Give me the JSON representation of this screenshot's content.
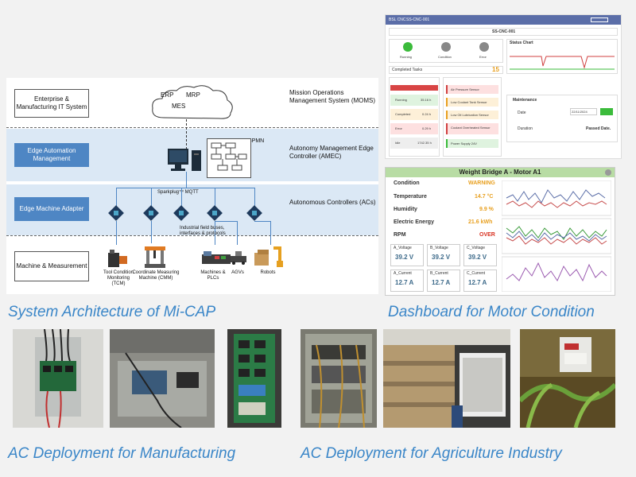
{
  "captions": {
    "architecture": "System Architecture of Mi-CAP",
    "dashboard": "Dashboard for Motor Condition",
    "manufacturing": "AC Deployment for Manufacturing",
    "agriculture": "AC Deployment for Agriculture Industry"
  },
  "architecture": {
    "layers": [
      "Enterprise & Manufacturing IT System",
      "Edge Automation Management",
      "Edge Machine Adapter",
      "Machine & Measurement"
    ],
    "cloud": {
      "erp": "ERP",
      "mrp": "MRP",
      "mes": "MES"
    },
    "right_labels": [
      "Mission Operations Management System (MOMS)",
      "Autonomy Management Edge Controller (AMEC)",
      "Autonomous Controllers (ACs)"
    ],
    "bpmn": "BPMN",
    "mqtt": "Sparkplug™ MQTT",
    "fieldbus": "Industrial field buses, interfaces & protocols",
    "machines": [
      "Tool Condition Monitoring (TCM)",
      "Coordinate Measuring Machine (CMM)",
      "Machines & PLCs",
      "AGVs",
      "Robots"
    ]
  },
  "dashboard1": {
    "header": "BSL CNC",
    "title": "SS-CNC-001",
    "status_labels": [
      "Running",
      "Condition",
      "Error"
    ],
    "completed_label": "Completed Tasks",
    "completed_value": "15",
    "status_chart": "Status Chart",
    "status_rows": [
      {
        "label": "Running",
        "value": "35.16 h"
      },
      {
        "label": "Completed",
        "value": "0.24 h"
      },
      {
        "label": "Error",
        "value": "0.29 h"
      },
      {
        "label": "Idle",
        "value": "1742.35 h"
      }
    ],
    "sensors": [
      "Air Pressure Sensor",
      "Low Coolant Tank Sensor",
      "Low Oil Lubrication Sensor",
      "Coolant Overheated Sensor",
      "Power Supply 24V"
    ],
    "maintenance": "Maintenance",
    "date_label": "Date",
    "date_value": "22/11/2024",
    "duration_label": "Duration",
    "duration_value": "Passed Date."
  },
  "dashboard2": {
    "title": "Weight Bridge A - Motor A1",
    "metrics": [
      {
        "label": "Condition",
        "value": "WARNING",
        "color": "#e8a020"
      },
      {
        "label": "Temperature",
        "value": "14.7 °C",
        "color": "#e8a020"
      },
      {
        "label": "Humidity",
        "value": "9.9 %",
        "color": "#e8a020"
      },
      {
        "label": "Electric Energy",
        "value": "21.6 kWh",
        "color": "#e8a020"
      },
      {
        "label": "RPM",
        "value": "OVER",
        "color": "#d83020"
      }
    ],
    "voltages": [
      {
        "label": "A_Voltage",
        "value": "39.2 V"
      },
      {
        "label": "B_Voltage",
        "value": "39.2 V"
      },
      {
        "label": "C_Voltage",
        "value": "39.2 V"
      }
    ],
    "currents": [
      {
        "label": "A_Current",
        "value": "12.7 A"
      },
      {
        "label": "B_Current",
        "value": "12.7 A"
      },
      {
        "label": "C_Current",
        "value": "12.7 A"
      }
    ]
  }
}
